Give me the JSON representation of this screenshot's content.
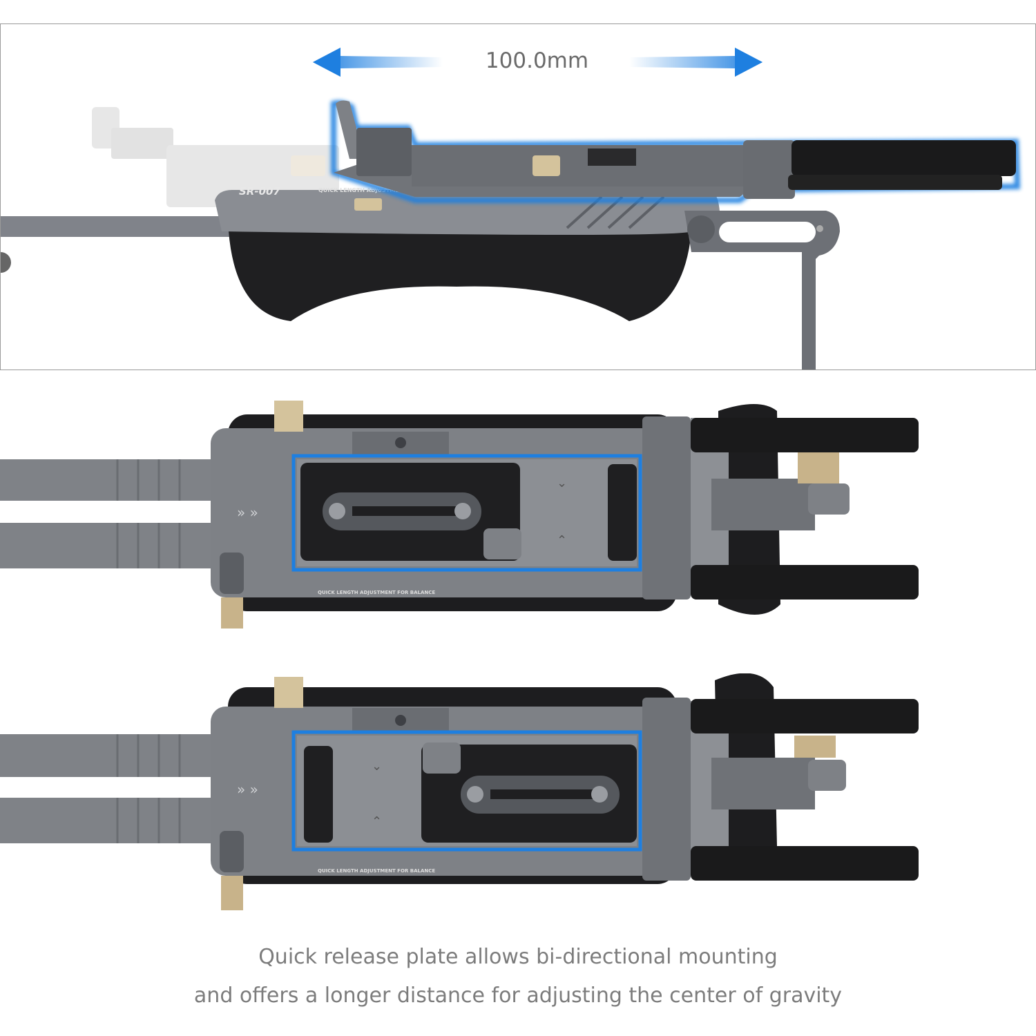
{
  "measurement": {
    "value": "100.0mm"
  },
  "product": {
    "model": "SR-007",
    "engraving": "QUICK LENGTH ADJUSTMENT FOR BALANCE"
  },
  "caption": {
    "line1": "Quick release plate allows bi-directional mounting",
    "line2": "and offers a longer distance for adjusting the center of gravity"
  },
  "colors": {
    "highlight": "#1e7fe0",
    "metal": "#7a7d82",
    "dark": "#2a2a2c",
    "text": "#7c7c7c"
  },
  "icons": [
    "arrow-left-icon",
    "arrow-right-icon",
    "chevron-double-right-icon",
    "chevron-double-down-icon",
    "chevron-double-up-icon"
  ]
}
